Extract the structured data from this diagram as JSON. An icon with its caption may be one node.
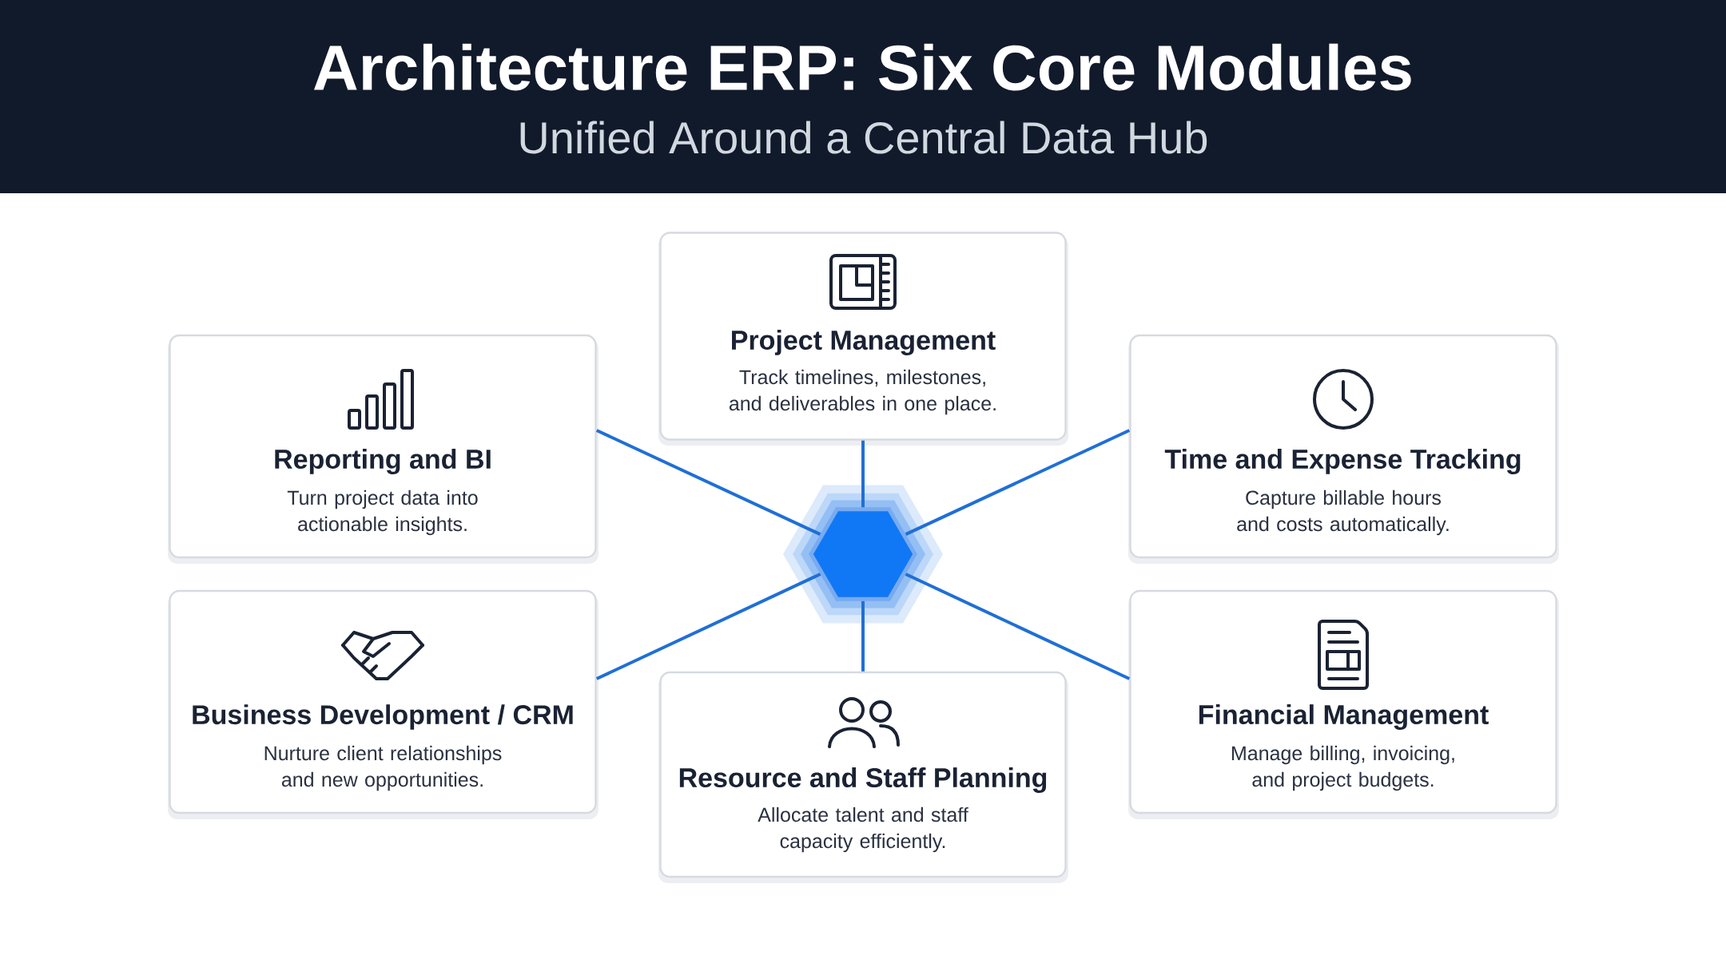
{
  "diagram": {
    "title": "Architecture ERP: Six Core Modules",
    "nodes": [
      {
        "text": [
          "Project Management",
          "Track timelines, milestones, and deliverables in one place."
        ]
      },
      {
        "text": [
          "Reporting and BI",
          "Turn project data into actionable insights."
        ]
      },
      {
        "text": [
          "Time and Expense Tracking",
          "Capture billable hours and costs automatically."
        ]
      },
      {
        "text": [],
        "shape": "hexagon"
      },
      {
        "text": [
          "Business Development / CRM",
          "Nurture client relationships and new opportunities."
        ]
      },
      {
        "text": [
          "Financial Management",
          "Manage billing, invoicing, and project budgets."
        ]
      },
      {
        "text": [
          "Resource and Staff Planning",
          "Allocate talent and staff capacity efficiently."
        ]
      }
    ],
    "edges": [
      {
        "from": 3,
        "to": 0,
        "arrow": "none"
      },
      {
        "from": 3,
        "to": 1,
        "arrow": "none"
      },
      {
        "from": 3,
        "to": 2,
        "arrow": "none"
      },
      {
        "from": 3,
        "to": 4,
        "arrow": "none"
      },
      {
        "from": 3,
        "to": 5,
        "arrow": "none"
      },
      {
        "from": 3,
        "to": 6,
        "arrow": "none"
      }
    ],
    "labels": [
      "Unified Around a Central Data Hub"
    ]
  }
}
